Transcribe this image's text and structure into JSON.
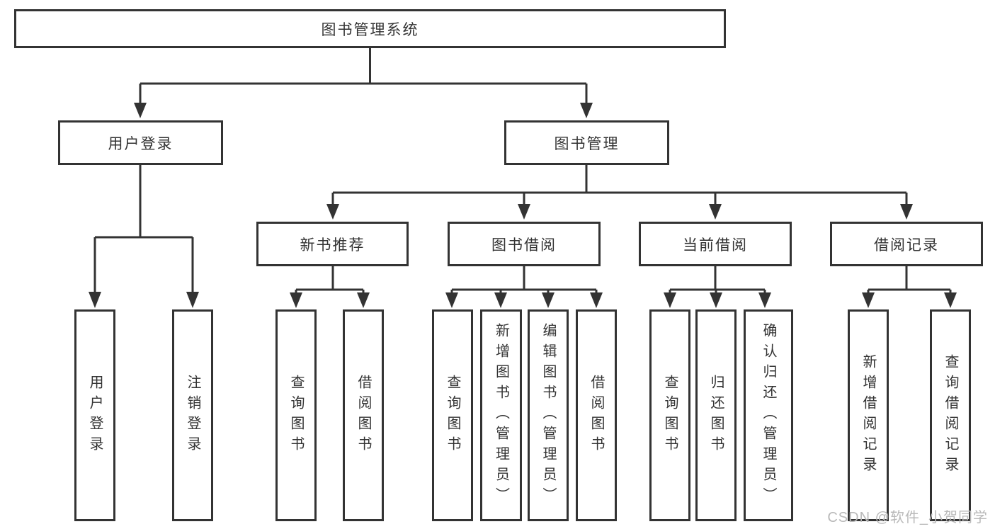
{
  "tree": {
    "root": "图书管理系统",
    "branches": [
      {
        "label": "用户登录",
        "children": [
          "用户登录",
          "注销登录"
        ]
      },
      {
        "label": "图书管理",
        "sections": [
          {
            "label": "新书推荐",
            "children": [
              "查询图书",
              "借阅图书"
            ]
          },
          {
            "label": "图书借阅",
            "children": [
              "查询图书",
              "新增图书（管理员）",
              "编辑图书（管理员）",
              "借阅图书"
            ]
          },
          {
            "label": "当前借阅",
            "children": [
              "查询图书",
              "归还图书",
              "确认归还（管理员）"
            ]
          },
          {
            "label": "借阅记录",
            "children": [
              "新增借阅记录",
              "查询借阅记录"
            ]
          }
        ]
      }
    ]
  },
  "watermark": {
    "text": "CSDN @软件_小贺同学"
  },
  "colors": {
    "line": "#333333",
    "text": "#333333",
    "background": "#ffffff",
    "watermark": "#b9b9b9"
  }
}
